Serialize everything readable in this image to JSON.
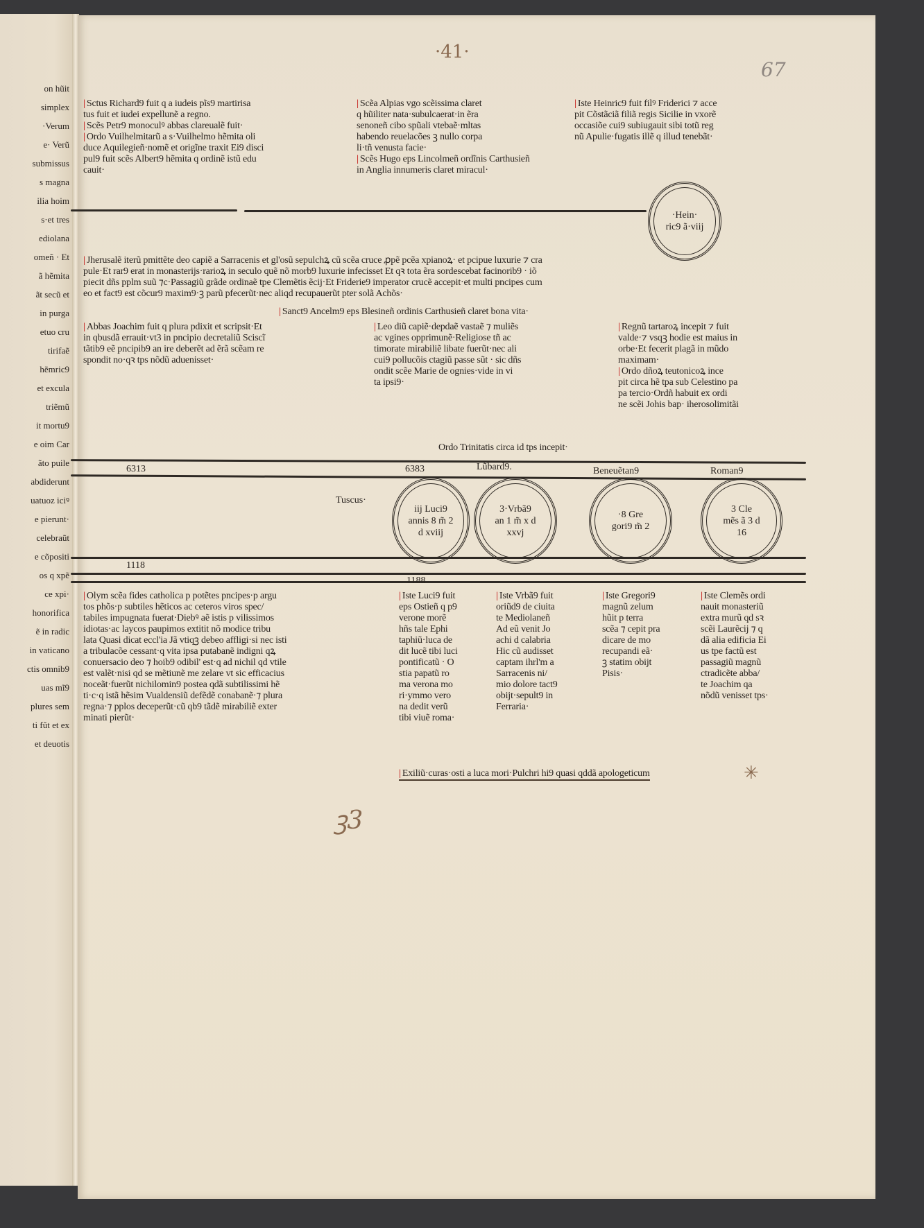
{
  "folio": {
    "red_number": "·41·",
    "pencil_number": "67"
  },
  "left_page_fragments": [
    "on hũit",
    "simplex",
    "·Verum",
    "e· Verũ",
    "submissus",
    "s magna",
    "ilia hoim",
    "s·et tres",
    "ediolana",
    "omeñ · Et",
    "ã hẽmita",
    "ãt secũ et",
    "in purga",
    "etuo cru",
    "tirifaẽ",
    "hẽmric9",
    "et excula",
    "triẽmũ",
    "it mortu9",
    "e oim Car",
    "ãto puile",
    "abdiderunt",
    "uatuoz iciꝰ",
    "e pierunt·",
    "celebraũt",
    "e cõpositi",
    "os q xpẽ",
    "ce xpi·",
    "honorifica",
    "ẽ in radic",
    "in vaticano",
    "ctis omnib9",
    "uas mĩ9",
    "plures sem",
    "ti fũt et ex",
    "et deuotis"
  ],
  "top_columns": [
    {
      "lines": [
        "Sctus Richard9 fuit q a iudeis pĩs9 martirisa",
        "tus fuit et iudei expellunẽ a regno.",
        "Scẽs Petr9 monoculꝰ abbas clareualẽ fuit·",
        "Ordo Vuilhelmitarũ a s·Vuilhelmo hẽmita oli",
        "duce Aquilegieñ·nomẽ et origĩne traxit Ei9 disci",
        "pul9 fuit scẽs Albert9 hẽmita q ordinẽ istũ edu",
        "cauit·"
      ]
    },
    {
      "lines": [
        "Scẽa Alpias vgo scẽissima claret",
        "q hũiliter nata·subulcaerat·in ẽra",
        "senoneñ cibo spũali vtebaẽ·mltas",
        "habendo reuelacões ꝫ nullo corpa",
        "li·tñ venusta facie·",
        "Scẽs Hugo eps Lincolmeñ ordĩnis Carthusieñ",
        "in Anglia innumeris claret miracul·"
      ]
    },
    {
      "lines": [
        "Iste Heinric9 fuit filꝰ Friderici ⁊ acce",
        "pit Cõstãciã filiã regis Sicilie in vxorẽ",
        "occasiõe cui9 subiugauit sibi totũ reg",
        "nũ Apulie·fugatis illẽ q illud tenebãt·"
      ]
    }
  ],
  "circle_top": {
    "text": "·Hein·\nric9 ã·viij"
  },
  "middle_paragraph": [
    "Jherusalẽ iterũ pmittẽte deo capiẽ a Sarracenis et gl'osũ sepulchꝝ cũ scẽa cruce ꝓpẽ pcẽa xpianoꝝ· et pcipue luxurie ⁊ cra",
    "pule·Et rar9 erat in monasterijs·rarioꝝ in seculo quẽ nõ morb9 luxurie infecisset Et qꝛ tota ẽra sordescebat facinorib9 · iõ",
    "piecit dñs pplm suũ ⁊c·Passagiũ grãde ordinaẽ tpe Clemẽtis ẽcij·Et Friderie9 imperator crucẽ accepit·et multi pncipes cum",
    "eo et fact9 est cõcur9 maxim9·ꝫ parũ pfecerũt·nec aliqd recupauerũt pter solã Achõs·"
  ],
  "anselm_line": "Sanct9 Ancelm9 eps Blesineñ ordinis Carthusieñ claret bona vita·",
  "lower_columns": [
    {
      "lines": [
        "Abbas Joachim fuit q plura pdixit et scripsit·Et",
        "in qbusdã errauit·vt3 in pncipio decretaliũ Sciscĩ",
        "tãtib9 eẽ pncipib9 an ire deberẽt ad ẽrã scẽam re",
        "spondit no·qꝛ tps nõdũ aduenisset·"
      ]
    },
    {
      "lines": [
        "Leo diũ capiẽ·depdaẽ vastaẽ ⁊ muliẽs",
        "ac vgines opprimunẽ·Religiose tñ ac",
        "timorate mirabiliẽ libate fuerũt·nec ali",
        "cui9 pollucõis ctagiũ passe sũt · sic dñs",
        "ondit scẽe Marie de ognies·vide in vi",
        "ta ipsi9·"
      ]
    },
    {
      "lines": [
        "Regnũ tartaroꝝ incepit ⁊ fuit",
        "valde·⁊ vsqꝫ hodie est maius in",
        "orbe·Et fecerit plagã in mũdo",
        "maximam·",
        "Ordo dñoꝝ teutonicoꝝ ince",
        "pit circa hẽ tpa sub Celestino pa",
        "pa tercio·Ordñ habuit ex ordi",
        "ne scẽi Johis bap· iherosolimitãi"
      ]
    }
  ],
  "trinity_line": "Ordo Trinitatis circa id tps incepit·",
  "timeline": {
    "years_top": [
      "6313",
      "6383"
    ],
    "years_bottom": [
      "1118",
      "1188"
    ],
    "lineages": [
      "Lũbard9.",
      "Beneuẽtan9",
      "Roman9"
    ],
    "tuscus_label": "Tuscus·",
    "popes": [
      {
        "text": "iij Luci9\nannis 8 m̃ 2\nd xviij"
      },
      {
        "text": "3·Vrbã9\nan 1 m̃ x d\nxxvj"
      },
      {
        "text": "·8 Gre\ngori9 m̃ 2"
      },
      {
        "text": "3 Cle\nmẽs ã 3 d\n16"
      }
    ]
  },
  "bottom_columns": [
    {
      "lines": [
        "Olym scẽa fides catholica p potẽtes pncipes·p argu",
        "tos phõs·p subtiles hẽticos ac ceteros viros spec/",
        "tabiles impugnata fuerat·Diebꝰ aẽ istis p vilissimos",
        "idiotas·ac laycos paupimos extitit nõ modice tribu",
        "lata Quasi dicat eccl'ia Jã vtiqꝫ debeo affligi·si nec isti",
        "a tribulacõe cessant·q vita ipsa putabanẽ indigni qꝝ",
        "conuersacio deo ⁊ hoib9 odibil' est·q ad nichil qd vtile",
        "est valẽt·nisi qd se mẽtiunẽ me zelare vt sic efficacius",
        "noceãt·fuerũt nichilomin9 postea qdã subtilissimi hẽ",
        "ti·c·q istã hẽsim Vualdensiũ defẽdẽ conabanẽ·⁊ plura",
        "regna·⁊ pplos deceperũt·cũ qb9 tãdẽ mirabiliẽ exter",
        "minati pierũt·"
      ]
    },
    {
      "lines": [
        "Iste Luci9 fuit",
        "eps Ostieñ q p9",
        "verone morẽ",
        "hñs tale Ephi",
        "taphiũ·luca de",
        "dit lucẽ tibi luci",
        "pontificatũ · O",
        "stia papatũ ro",
        "ma verona mo",
        "ri·ymmo vero",
        "na dedit verũ",
        "tibi viuẽ roma·"
      ]
    },
    {
      "lines": [
        "Iste Vrbã9 fuit",
        "oriũd9 de ciuita",
        "te Mediolaneñ",
        "Ad eũ venit Jo",
        "achi d calabria",
        "Hic cũ audisset",
        "captam ihrl'm a",
        "Sarracenis ni/",
        "mio dolore tact9",
        "obijt·sepult9 in",
        "Ferraria·"
      ]
    },
    {
      "lines": [
        "Iste Gregori9",
        "magnũ zelum",
        "hũit p terra",
        "scẽa ⁊ cepit pra",
        "dicare de mo",
        "recupandi eã·",
        "ꝫ statim obijt",
        "Pisis·"
      ]
    },
    {
      "lines": [
        "Iste Clemẽs ordi",
        "nauit monasteriũ",
        "extra murũ qd sꝛ",
        "scẽi Laurẽcij ⁊ q",
        "dã alia edificia Ei",
        "us tpe factũ est",
        "passagiũ magnũ",
        "ctradicẽte abba/",
        "te Joachim qa",
        "nõdũ venisset tps·"
      ]
    }
  ],
  "exilium_line": "Exiliũ·curas·osti a luca mori·Pulchri hi9 quasi qddã apologeticum",
  "handwritten": {
    "margin_mark": "ꝫ3",
    "star": "✳"
  }
}
